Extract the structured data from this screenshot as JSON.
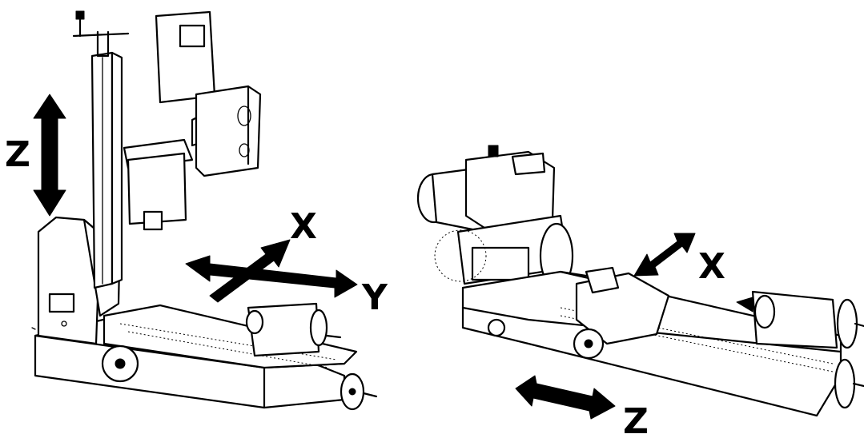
{
  "milling_machine": {
    "axis_z": "Z",
    "axis_x": "X",
    "axis_y": "Y"
  },
  "lathe": {
    "axis_x": "X",
    "axis_z": "Z"
  }
}
